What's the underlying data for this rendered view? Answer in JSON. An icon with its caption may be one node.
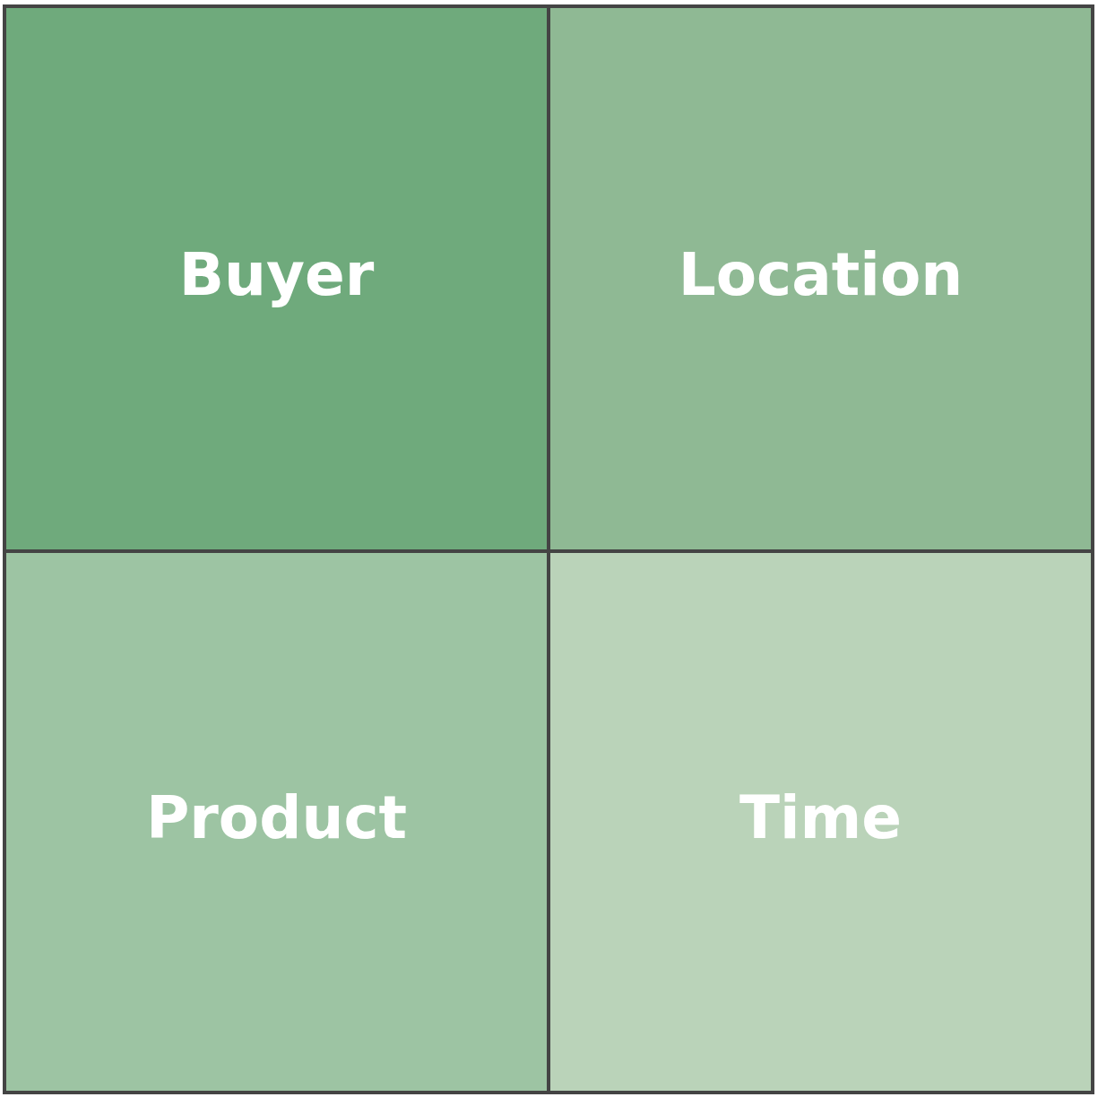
{
  "diagram": {
    "nodes": [
      {
        "text": [
          "Buyer"
        ]
      },
      {
        "text": [
          "Location"
        ]
      },
      {
        "text": [
          "Product"
        ]
      },
      {
        "text": [
          "Time"
        ]
      }
    ]
  }
}
